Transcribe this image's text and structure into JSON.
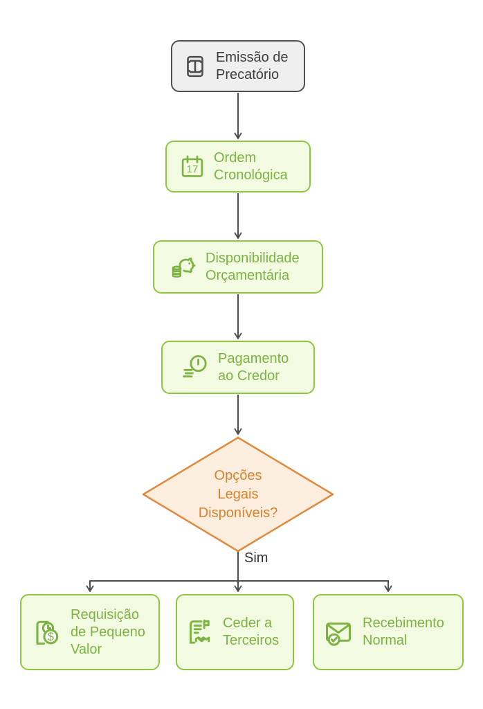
{
  "flowchart": {
    "nodes": {
      "emissao": {
        "label": "Emissão de Precatório",
        "icon": "envelope-document-icon",
        "shape": "rounded-rect",
        "color": "gray"
      },
      "ordem": {
        "label": "Ordem Cronológica",
        "icon": "calendar-icon",
        "calendar_day": "17",
        "shape": "rounded-rect",
        "color": "green"
      },
      "disponibilidade": {
        "label": "Disponibilidade Orçamentária",
        "icon": "piggy-bank-coins-icon",
        "shape": "rounded-rect",
        "color": "green"
      },
      "pagamento": {
        "label": "Pagamento ao Credor",
        "icon": "clock-fast-icon",
        "shape": "rounded-rect",
        "color": "green"
      },
      "decisao": {
        "label": "Opções Legais Disponíveis?",
        "shape": "diamond",
        "color": "orange"
      },
      "rpv": {
        "label": "Requisição de Pequeno Valor",
        "icon": "invoice-clock-dollar-icon",
        "currency_symbol": "$",
        "shape": "rounded-rect",
        "color": "green"
      },
      "ceder": {
        "label": "Ceder a Terceiros",
        "icon": "contract-handshake-icon",
        "shape": "rounded-rect",
        "color": "green"
      },
      "recebimento": {
        "label": "Recebimento Normal",
        "icon": "mail-check-icon",
        "shape": "rounded-rect",
        "color": "green"
      }
    },
    "edges": [
      {
        "from": "emissao",
        "to": "ordem"
      },
      {
        "from": "ordem",
        "to": "disponibilidade"
      },
      {
        "from": "disponibilidade",
        "to": "pagamento"
      },
      {
        "from": "pagamento",
        "to": "decisao"
      },
      {
        "from": "decisao",
        "to": "rpv"
      },
      {
        "from": "decisao",
        "to": "ceder"
      },
      {
        "from": "decisao",
        "to": "recebimento"
      }
    ],
    "edge_labels": {
      "sim": "Sim"
    },
    "colors": {
      "green_border": "#8DC63F",
      "green_fill": "#F2FAE1",
      "green_text": "#7CB342",
      "orange_border": "#E08A3E",
      "orange_fill": "#FBEEDF",
      "orange_text": "#D9822B",
      "gray_border": "#4F4F4F",
      "gray_fill": "#EFEFEF",
      "gray_text": "#3D3D3D",
      "edge_line": "#4D4D4D"
    }
  }
}
